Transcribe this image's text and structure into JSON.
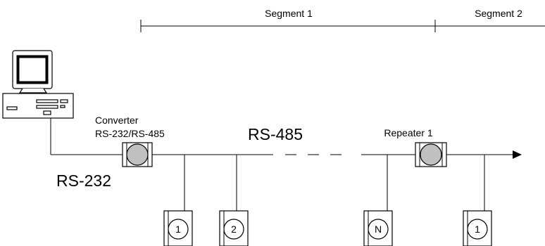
{
  "segments": {
    "segment1_label": "Segment 1",
    "segment2_label": "Segment 2"
  },
  "converter": {
    "title": "Converter",
    "subtitle": "RS-232/RS-485"
  },
  "links": {
    "rs232_label": "RS-232",
    "rs485_label": "RS-485"
  },
  "repeater": {
    "label": "Repeater 1"
  },
  "nodes": {
    "node1_label": "1",
    "node2_label": "2",
    "nodeN_label": "N",
    "seg2_node1_label": "1"
  }
}
